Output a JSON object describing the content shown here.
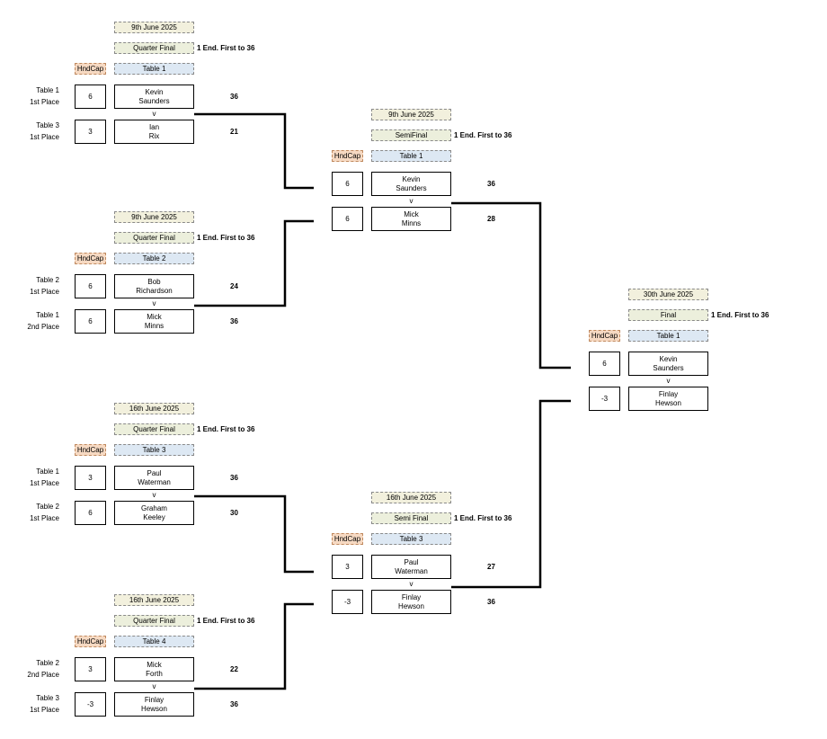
{
  "handicap_label": "HndCap",
  "vs_label": "v",
  "rule_text": "1 End. First to 36",
  "matches": [
    {
      "id": "qf1",
      "date": "9th June 2025",
      "stage": "Quarter Final",
      "table": "Table 1",
      "p1": {
        "first": "Kevin",
        "last": "Saunders",
        "hc": "6",
        "score": "36",
        "seed1": "Table 1",
        "seed2": "1st Place"
      },
      "p2": {
        "first": "Ian",
        "last": "Rix",
        "hc": "3",
        "score": "21",
        "seed1": "Table 3",
        "seed2": "1st Place"
      }
    },
    {
      "id": "qf2",
      "date": "9th June 2025",
      "stage": "Quarter Final",
      "table": "Table 2",
      "p1": {
        "first": "Bob",
        "last": "Richardson",
        "hc": "6",
        "score": "24",
        "seed1": "Table 2",
        "seed2": "1st Place"
      },
      "p2": {
        "first": "Mick",
        "last": "Minns",
        "hc": "6",
        "score": "36",
        "seed1": "Table 1",
        "seed2": "2nd Place"
      }
    },
    {
      "id": "qf3",
      "date": "16th June 2025",
      "stage": "Quarter Final",
      "table": "Table 3",
      "p1": {
        "first": "Paul",
        "last": "Waterman",
        "hc": "3",
        "score": "36",
        "seed1": "Table 1",
        "seed2": "1st Place"
      },
      "p2": {
        "first": "Graham",
        "last": "Keeley",
        "hc": "6",
        "score": "30",
        "seed1": "Table 2",
        "seed2": "1st Place"
      }
    },
    {
      "id": "qf4",
      "date": "16th June 2025",
      "stage": "Quarter Final",
      "table": "Table 4",
      "p1": {
        "first": "Mick",
        "last": "Forth",
        "hc": "3",
        "score": "22",
        "seed1": "Table 2",
        "seed2": "2nd Place"
      },
      "p2": {
        "first": "Finlay",
        "last": "Hewson",
        "hc": "-3",
        "score": "36",
        "seed1": "Table 3",
        "seed2": "1st Place"
      }
    },
    {
      "id": "sf1",
      "date": "9th June 2025",
      "stage": "SemiFinal",
      "table": "Table 1",
      "p1": {
        "first": "Kevin",
        "last": "Saunders",
        "hc": "6",
        "score": "36"
      },
      "p2": {
        "first": "Mick",
        "last": "Minns",
        "hc": "6",
        "score": "28"
      }
    },
    {
      "id": "sf2",
      "date": "16th June 2025",
      "stage": "Semi Final",
      "table": "Table 3",
      "p1": {
        "first": "Paul",
        "last": "Waterman",
        "hc": "3",
        "score": "27"
      },
      "p2": {
        "first": "Finlay",
        "last": "Hewson",
        "hc": "-3",
        "score": "36"
      }
    },
    {
      "id": "final",
      "date": "30th June 2025",
      "stage": "Final",
      "table": "Table 1",
      "p1": {
        "first": "Kevin",
        "last": "Saunders",
        "hc": "6"
      },
      "p2": {
        "first": "Finlay",
        "last": "Hewson",
        "hc": "-3"
      }
    }
  ]
}
